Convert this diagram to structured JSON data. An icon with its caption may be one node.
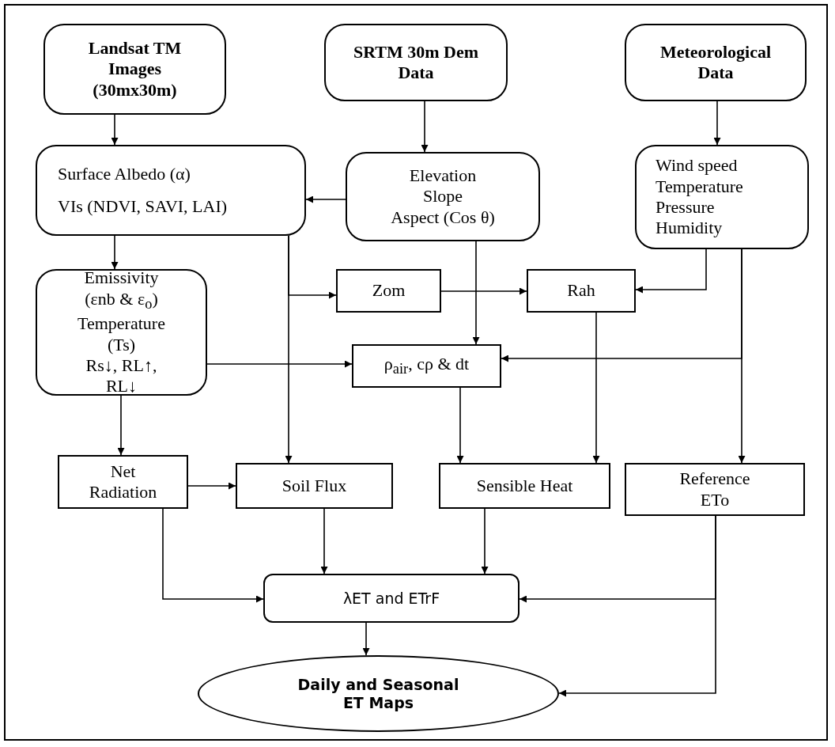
{
  "diagram": {
    "nodes": [
      {
        "text": [
          "Landsat TM Images (30mx30m)"
        ]
      },
      {
        "text": [
          "SRTM 30m Dem Data"
        ]
      },
      {
        "text": [
          "Meteorological Data"
        ]
      },
      {
        "text": [
          "Surface Albedo (α)",
          "VIs (NDVI, SAVI, LAI)"
        ]
      },
      {
        "text": [
          "Elevation",
          "Slope",
          "Aspect (Cos θ)"
        ]
      },
      {
        "text": [
          "Wind speed",
          "Temperature",
          "Pressure",
          "Humidity"
        ]
      },
      {
        "text": [
          "Emissivity (εnb & ε$_{o}$)",
          "Temperature (Ts)",
          "Rs↓, RL↑, RL↓"
        ]
      },
      {
        "text": [
          "Zom"
        ]
      },
      {
        "text": [
          "Rah"
        ]
      },
      {
        "text": [
          "ρ$_{air}$, cρ & dt"
        ]
      },
      {
        "text": [
          "Net Radiation"
        ]
      },
      {
        "text": [
          "Soil Flux"
        ]
      },
      {
        "text": [
          "Sensible Heat"
        ]
      },
      {
        "text": [
          "Reference ETo"
        ]
      },
      {
        "text": [
          "λET and ETrF"
        ]
      },
      {
        "text": [
          "Daily and Seasonal ET Maps"
        ]
      }
    ],
    "edges": [
      {
        "from": 0,
        "to": 3,
        "arrow": "to"
      },
      {
        "from": 1,
        "to": 4,
        "arrow": "to"
      },
      {
        "from": 2,
        "to": 5,
        "arrow": "to"
      },
      {
        "from": 4,
        "to": 3,
        "arrow": "to"
      },
      {
        "from": 3,
        "to": 6,
        "arrow": "to"
      },
      {
        "from": 3,
        "to": 7,
        "arrow": "to"
      },
      {
        "from": 3,
        "to": 11,
        "arrow": "to"
      },
      {
        "from": 7,
        "to": 8,
        "arrow": "to"
      },
      {
        "from": 4,
        "to": 9,
        "arrow": "to"
      },
      {
        "from": 5,
        "to": 8,
        "arrow": "to"
      },
      {
        "from": 6,
        "to": 9,
        "arrow": "to"
      },
      {
        "from": 5,
        "to": 9,
        "arrow": "to"
      },
      {
        "from": 5,
        "to": 13,
        "arrow": "to"
      },
      {
        "from": 9,
        "to": 12,
        "arrow": "to"
      },
      {
        "from": 8,
        "to": 12,
        "arrow": "to"
      },
      {
        "from": 6,
        "to": 10,
        "arrow": "to"
      },
      {
        "from": 10,
        "to": 11,
        "arrow": "to"
      },
      {
        "from": 10,
        "to": 14,
        "arrow": "to"
      },
      {
        "from": 11,
        "to": 14,
        "arrow": "to"
      },
      {
        "from": 12,
        "to": 14,
        "arrow": "to"
      },
      {
        "from": 13,
        "to": 14,
        "arrow": "to"
      },
      {
        "from": 13,
        "to": 15,
        "arrow": "to"
      },
      {
        "from": 14,
        "to": 15,
        "arrow": "to"
      }
    ]
  }
}
